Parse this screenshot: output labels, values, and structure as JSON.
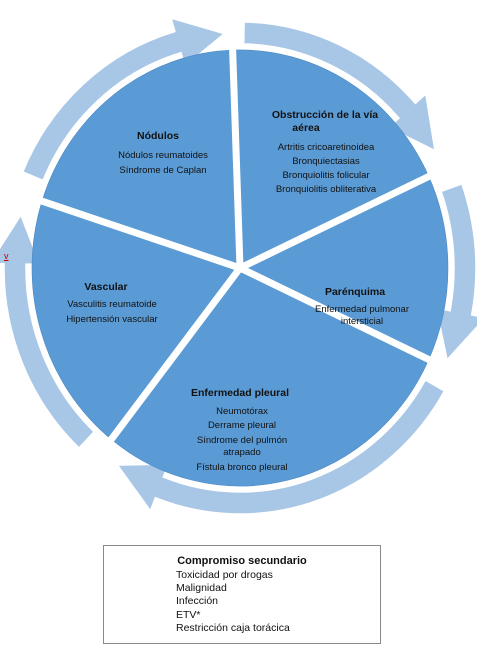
{
  "segments": {
    "nodulos": {
      "title": "Nódulos",
      "items": [
        "Nódulos reumatoides",
        "Síndrome de Caplan"
      ]
    },
    "obstruccion": {
      "title_lines": [
        "Obstrucción de la vía",
        "aérea"
      ],
      "items": [
        "Artritis cricoaretinoidea",
        "Bronquiectasias",
        "Bronquiolitis folicular",
        "Bronquiolitis obliterativa"
      ]
    },
    "parenquima": {
      "title": "Parénquima",
      "items": [
        "Enfermedad pulmonar",
        "intersticial"
      ]
    },
    "pleural": {
      "title": "Enfermedad pleural",
      "items": [
        "Neumotórax",
        "Derrame pleural",
        "Síndrome del pulmón",
        "atrapado",
        "Fístula bronco pleural"
      ]
    },
    "vascular": {
      "title": "Vascular",
      "items": [
        "Vasculitis reumatoide",
        "Hipertensión vascular"
      ]
    }
  },
  "stray_mark": "v",
  "secondary": {
    "title": "Compromiso secundario",
    "items": [
      "Toxicidad por drogas",
      "Malignidad",
      "Infección",
      "ETV*",
      "Restricción caja torácica"
    ]
  },
  "colors": {
    "segment_fill": "#5b9bd5",
    "segment_stroke": "#4a88c4",
    "arrow_fill": "#a8c6e6",
    "separator": "#ffffff"
  }
}
